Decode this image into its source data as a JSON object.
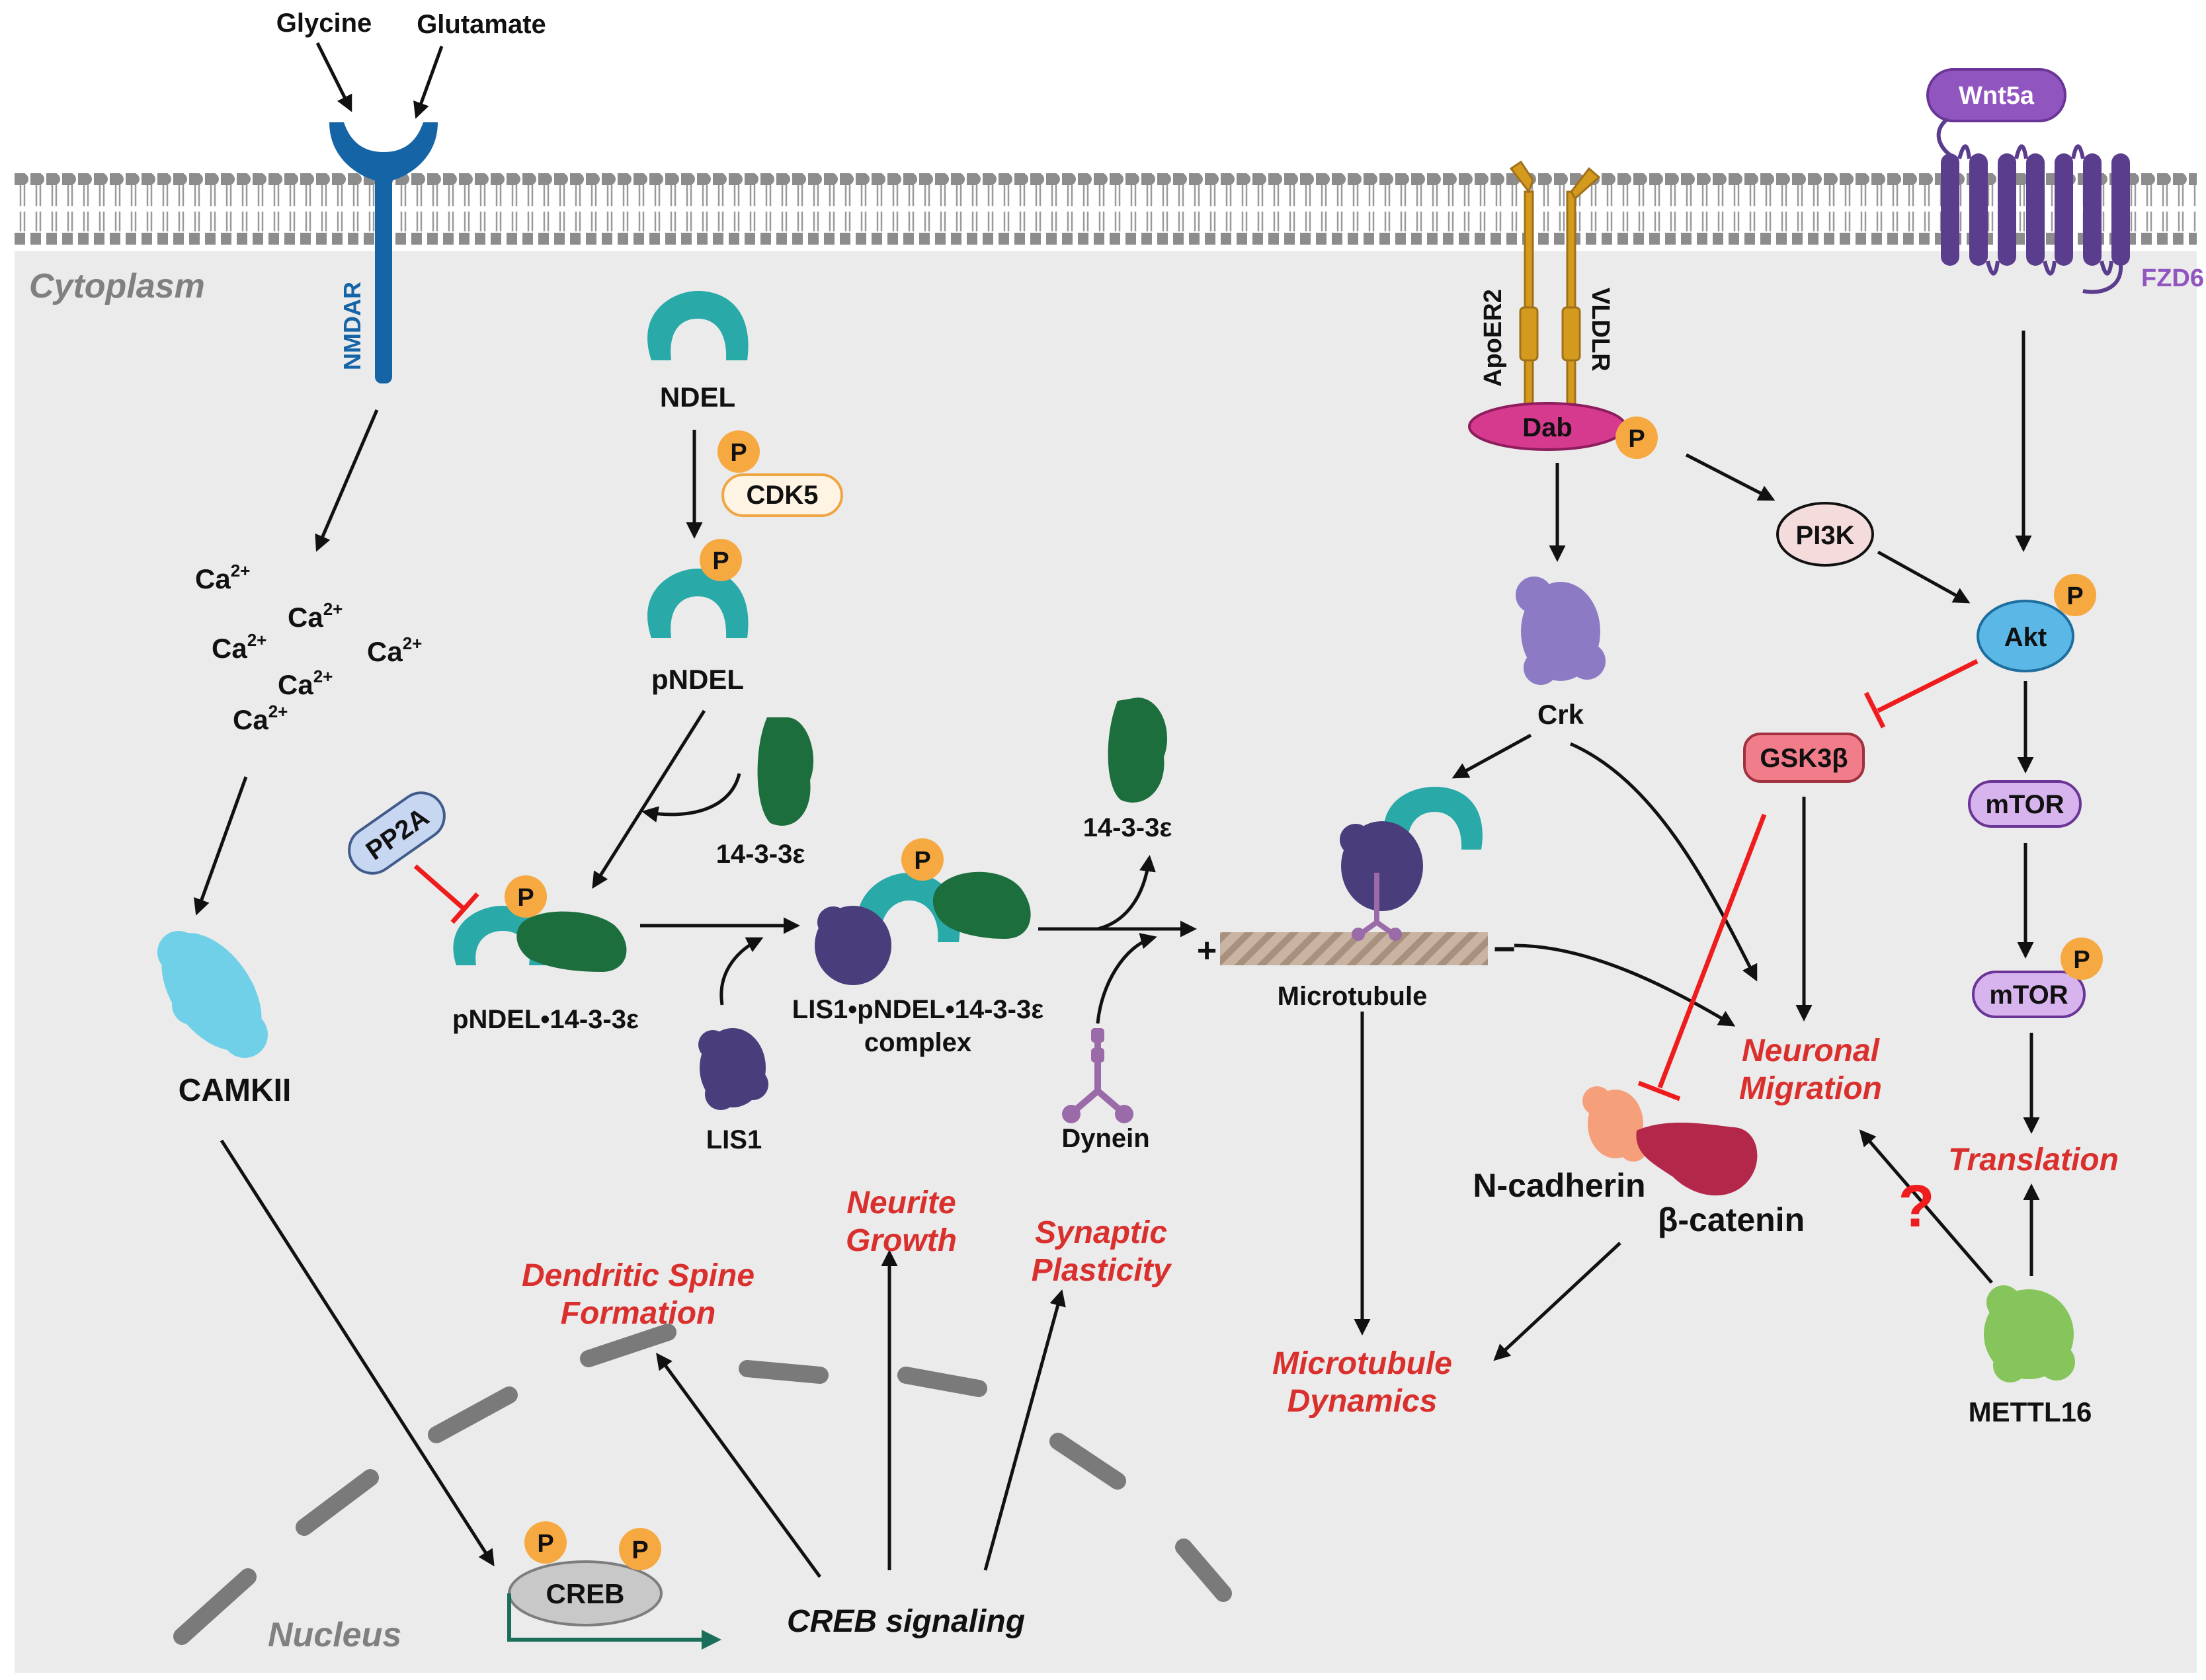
{
  "colors": {
    "membrane": "#8a8a8a",
    "cytoplasm": "#ebebeb",
    "ndel": "#2aa9a9",
    "ywhae": "#1d6e3d",
    "lis1": "#4a3d7c",
    "phospho": "#f7a941",
    "outcome_red": "#d9302e",
    "inhibit_red": "#ee1c1c",
    "nmdar": "#1464a6",
    "reelin_receptor": "#d49a1e",
    "dab": "#d63a8f",
    "fzd6": "#5b3d8e",
    "camkii": "#6fd0e8",
    "dynein": "#9b6aa8",
    "mettl16": "#86c45c",
    "ncadherin": "#f5a07a",
    "bcatenin": "#b2274a"
  },
  "labels": {
    "glycine": "Glycine",
    "glutamate": "Glutamate",
    "cytoplasm": "Cytoplasm",
    "nucleus": "Nucleus",
    "nmdar": "NMDAR",
    "ca": "Ca",
    "ca_charge": "2+",
    "camkii": "CAMKII",
    "ndel": "NDEL",
    "cdk5": "CDK5",
    "p": "P",
    "pndel": "pNDEL",
    "ywhae": "14-3-3ε",
    "ywhae_2": "14-3-3ε",
    "pp2a": "PP2A",
    "pndel_complex": "pNDEL•14-3-3ε",
    "lis1_complex_line1": "LIS1•pNDEL•14-3-3ε",
    "lis1_complex_line2": "complex",
    "lis1": "LIS1",
    "dynein": "Dynein",
    "plus": "+",
    "minus": "−",
    "microtubule": "Microtubule",
    "apoer2": "ApoER2",
    "vldlr": "VLDLR",
    "dab": "Dab",
    "crk": "Crk",
    "pi3k": "PI3K",
    "akt": "Akt",
    "wnt5a": "Wnt5a",
    "fzd6": "FZD6",
    "gsk3b": "GSK3β",
    "mtor": "mTOR",
    "mtor_p": "mTOR",
    "ncadherin": "N-cadherin",
    "bcatenin": "β-catenin",
    "mettl16": "METTL16",
    "creb": "CREB",
    "creb_signaling": "CREB signaling",
    "question": "?"
  },
  "outcomes": {
    "neuronal_migration_1": "Neuronal",
    "neuronal_migration_2": "Migration",
    "translation": "Translation",
    "microtubule_dynamics_1": "Microtubule",
    "microtubule_dynamics_2": "Dynamics",
    "neurite_growth_1": "Neurite",
    "neurite_growth_2": "Growth",
    "synaptic_plasticity_1": "Synaptic",
    "synaptic_plasticity_2": "Plasticity",
    "dendritic_spine_1": "Dendritic Spine",
    "dendritic_spine_2": "Formation"
  }
}
